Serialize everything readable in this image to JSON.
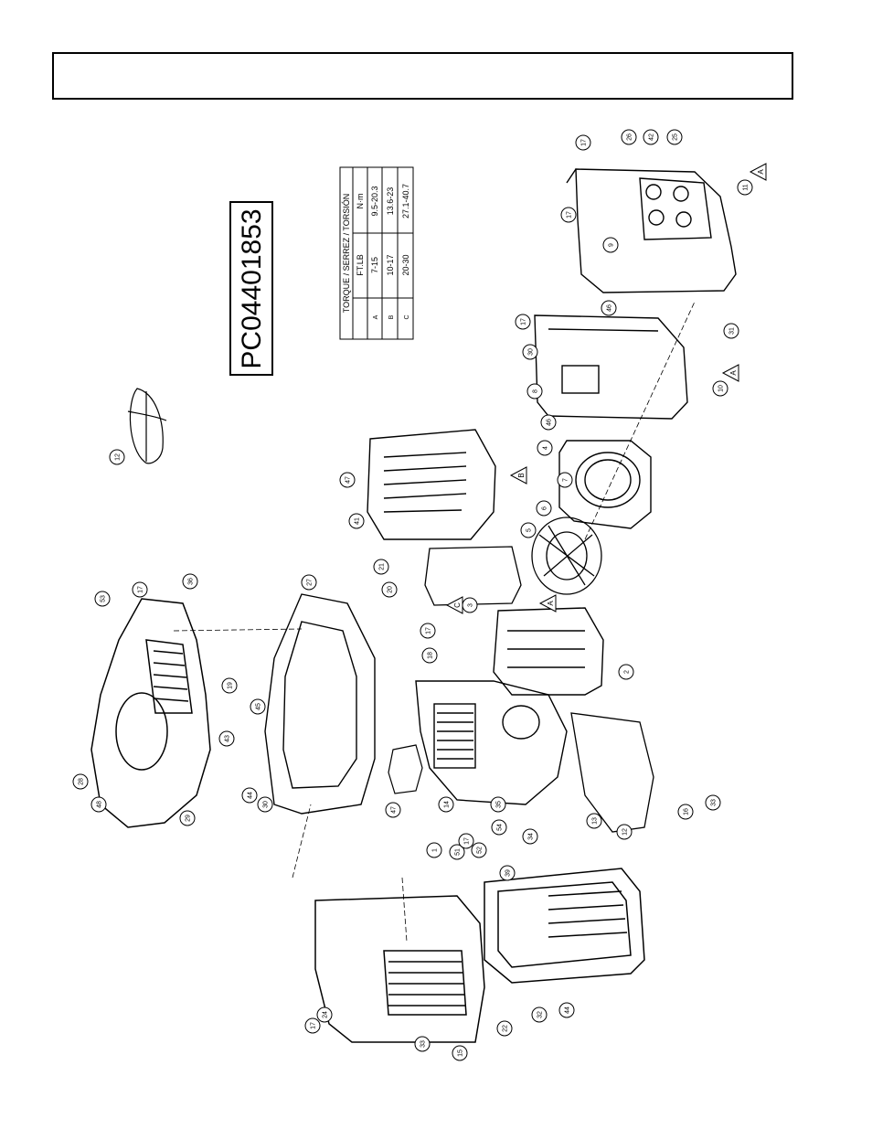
{
  "diagram": {
    "part_number": "PC04401853",
    "torque_table": {
      "title": "TORQUE / SERREZ / TORSIÓN",
      "headers": [
        "",
        "FT.LB",
        "N·m"
      ],
      "rows": [
        {
          "key": "A",
          "ftlb": "7-15",
          "nm": "9.5-20.3"
        },
        {
          "key": "B",
          "ftlb": "10-17",
          "nm": "13.6-23"
        },
        {
          "key": "C",
          "ftlb": "20-30",
          "nm": "27.1-40.7"
        }
      ]
    },
    "callouts": [
      "17",
      "26",
      "42",
      "25",
      "11",
      "17",
      "9",
      "17",
      "46",
      "31",
      "30",
      "8",
      "10",
      "46",
      "4",
      "47",
      "41",
      "7",
      "6",
      "5",
      "21",
      "20",
      "3",
      "17",
      "18",
      "2",
      "12",
      "53",
      "17",
      "36",
      "27",
      "19",
      "45",
      "43",
      "44",
      "30",
      "29",
      "28",
      "48",
      "47",
      "14",
      "1",
      "51",
      "52",
      "54",
      "35",
      "34",
      "13",
      "12",
      "16",
      "33",
      "24",
      "17",
      "33",
      "22",
      "15",
      "17",
      "32",
      "44",
      "39"
    ],
    "torque_flags": [
      "A",
      "A",
      "B",
      "C",
      "A"
    ],
    "colors": {
      "line": "#000000",
      "background": "#ffffff"
    }
  }
}
